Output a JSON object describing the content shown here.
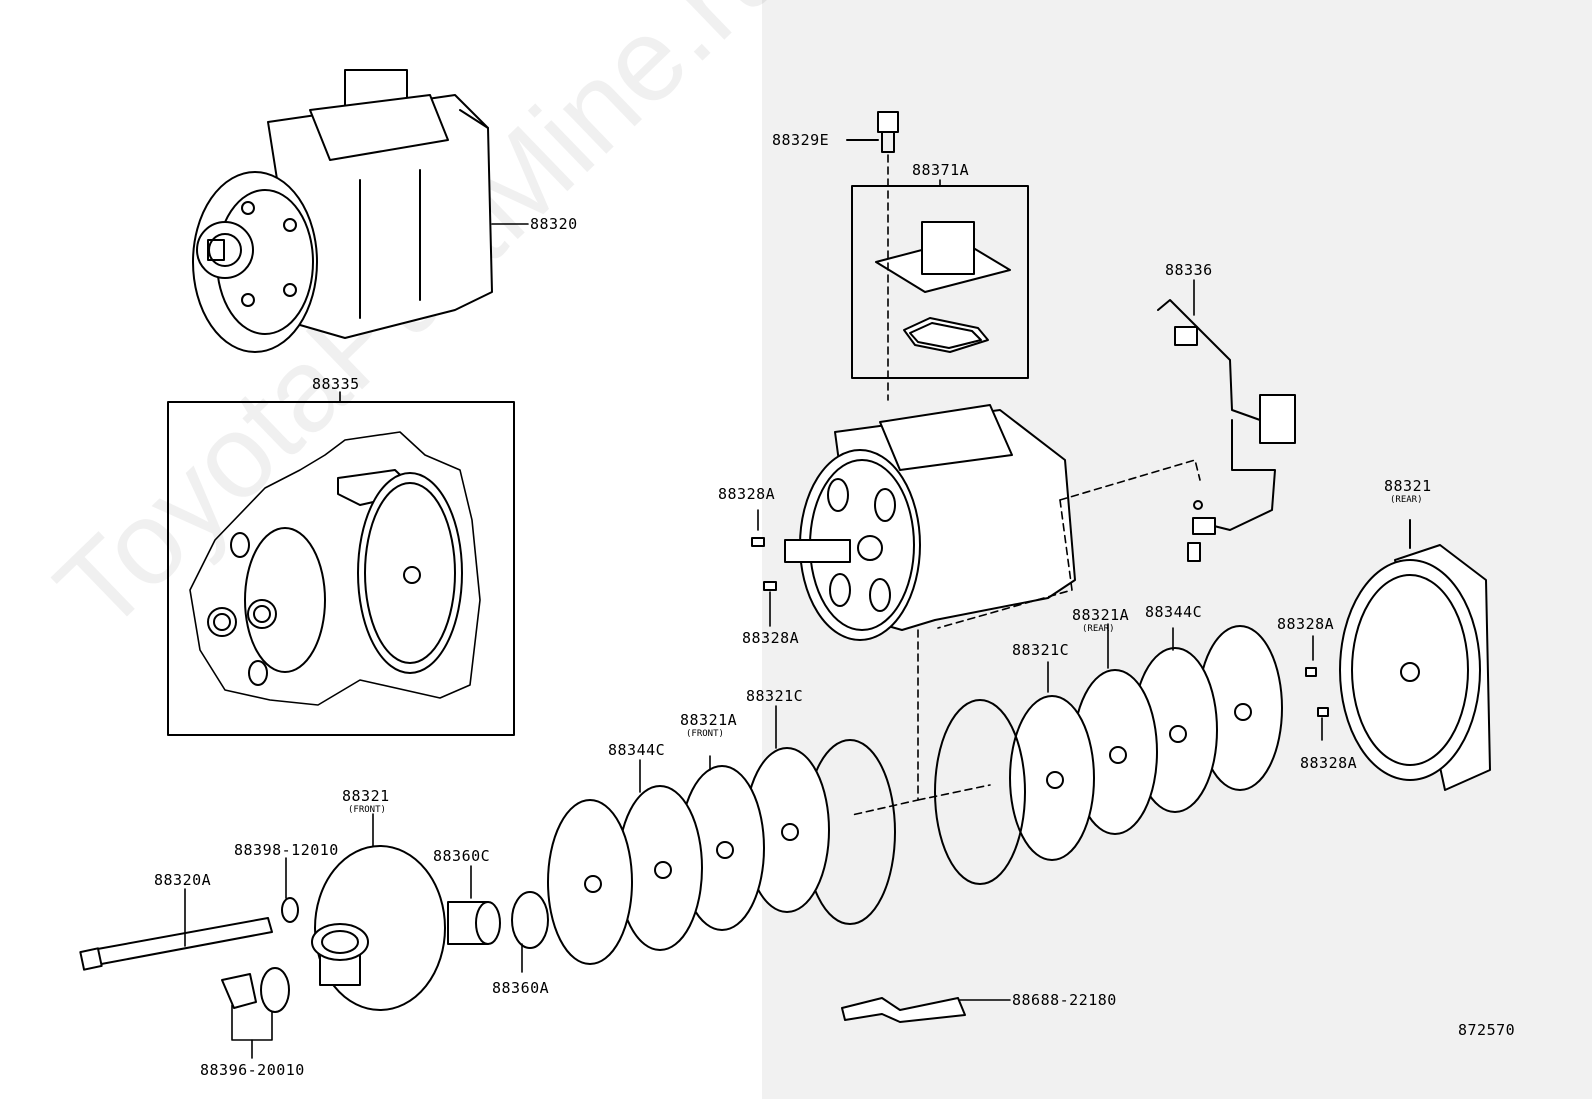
{
  "watermark": "ToyotaPartMine.ru",
  "diagram_id": "872570",
  "labels": {
    "compressor_assy": "88320",
    "bolt_top": "88329E",
    "valve_kit": "88371A",
    "sensor": "88336",
    "gasket_kit": "88335",
    "pin_1": "88328A",
    "pin_2": "88328A",
    "pin_3": "88328A",
    "pin_4": "88328A",
    "housing_rear": "88321",
    "housing_rear_sub": "(REAR)",
    "housing_front": "88321",
    "housing_front_sub": "(FRONT)",
    "valve_plate_rear": "88321A",
    "valve_plate_rear_sub": "(REAR)",
    "valve_plate_front": "88321A",
    "valve_plate_front_sub": "(FRONT)",
    "reed_valve_rear": "88321C",
    "reed_valve_front": "88321C",
    "gasket_rear": "88344C",
    "gasket_front": "88344C",
    "through_bolt": "88320A",
    "washer": "88398-12010",
    "shaft_seal": "88360C",
    "snap_ring": "88360A",
    "seal_kit": "88396-20010",
    "bracket": "88688-22180"
  }
}
